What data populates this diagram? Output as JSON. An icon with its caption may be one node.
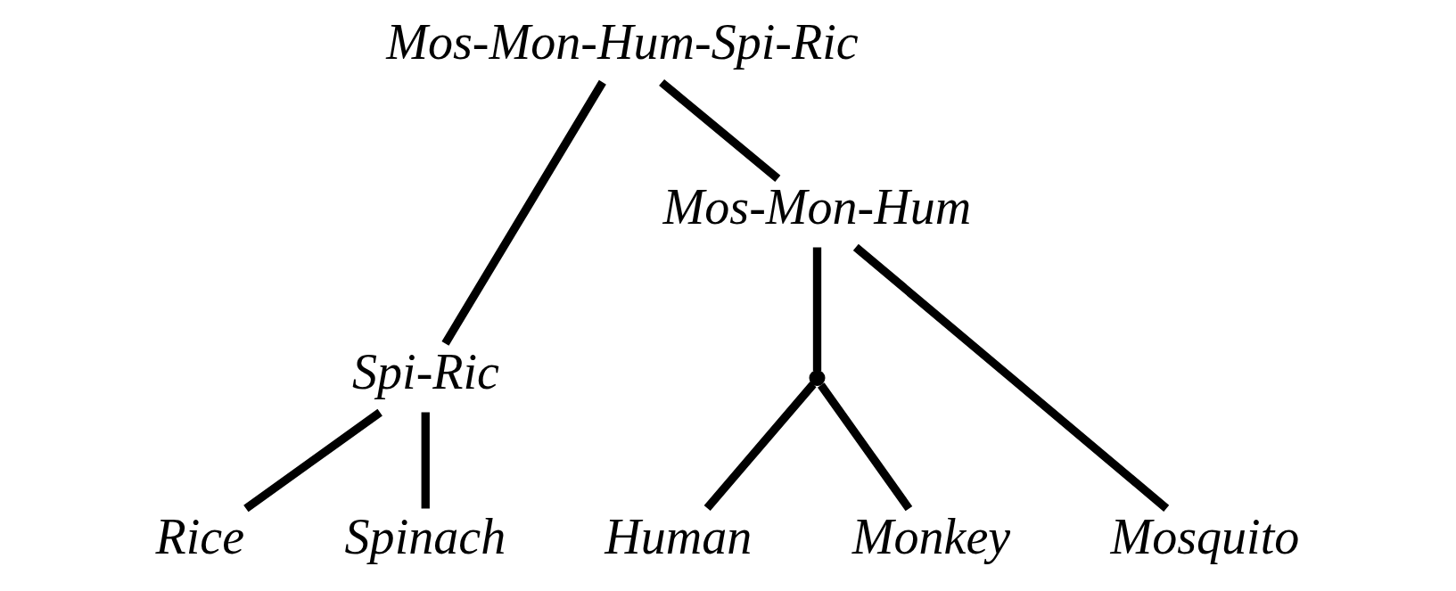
{
  "diagram": {
    "nodes": [
      {
        "text": [
          "Mos-Mon-Hum-Spi-Ric"
        ]
      },
      {
        "text": [
          "Spi-Ric"
        ]
      },
      {
        "text": [
          "Mos-Mon-Hum"
        ]
      },
      {
        "text": [],
        "shape": "point"
      },
      {
        "text": [
          "Rice"
        ]
      },
      {
        "text": [
          "Spinach"
        ]
      },
      {
        "text": [
          "Mosquito"
        ]
      },
      {
        "text": [
          "Human"
        ]
      },
      {
        "text": [
          "Monkey"
        ]
      }
    ],
    "edges": [
      {
        "from": 0,
        "to": 1,
        "arrow": "none"
      },
      {
        "from": 0,
        "to": 2,
        "arrow": "none"
      },
      {
        "from": 1,
        "to": 4,
        "arrow": "none"
      },
      {
        "from": 1,
        "to": 5,
        "arrow": "none"
      },
      {
        "from": 2,
        "to": 6,
        "arrow": "none"
      },
      {
        "from": 2,
        "to": 3,
        "arrow": "none"
      },
      {
        "from": 3,
        "to": 7,
        "arrow": "none"
      },
      {
        "from": 3,
        "to": 8,
        "arrow": "none"
      }
    ]
  }
}
